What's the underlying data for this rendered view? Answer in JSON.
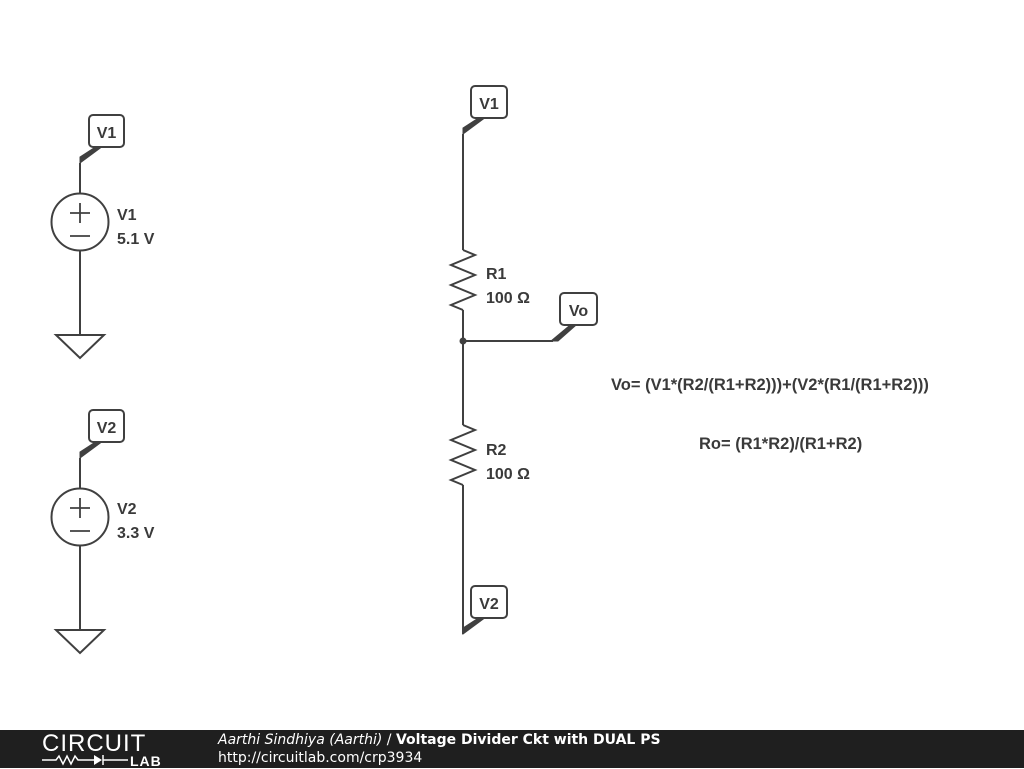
{
  "sources": [
    {
      "tag": "V1",
      "name": "V1",
      "value": "5.1 V"
    },
    {
      "tag": "V2",
      "name": "V2",
      "value": "3.3 V"
    }
  ],
  "divider": {
    "top_tag": "V1",
    "bottom_tag": "V2",
    "output_tag": "Vo",
    "r1": {
      "name": "R1",
      "value": "100 Ω"
    },
    "r2": {
      "name": "R2",
      "value": "100 Ω"
    }
  },
  "equations": {
    "vo": "Vo= (V1*(R2/(R1+R2)))+(V2*(R1/(R1+R2)))",
    "ro": "Ro= (R1*R2)/(R1+R2)"
  },
  "footer": {
    "logo_top": "CIRCUIT",
    "logo_bottom": "LAB",
    "author": "Aarthi Sindhiya (Aarthi)",
    "separator": " / ",
    "title": "Voltage Divider Ckt with DUAL PS",
    "url": "http://circuitlab.com/crp3934"
  }
}
